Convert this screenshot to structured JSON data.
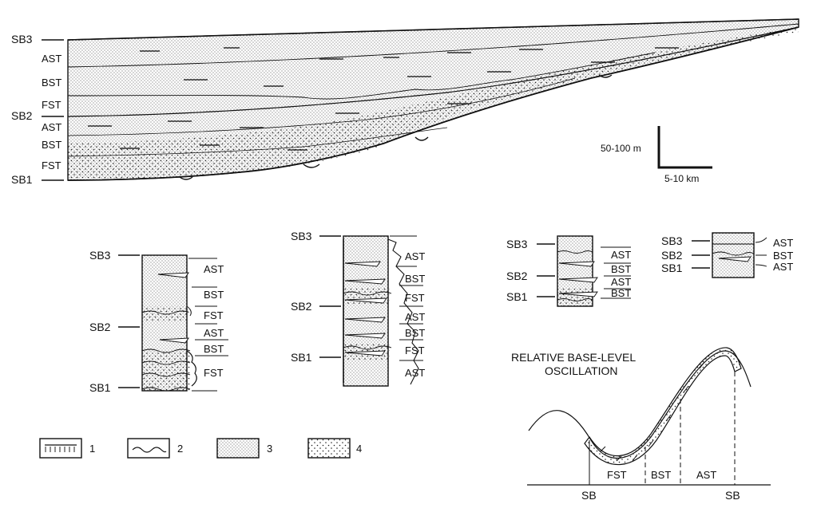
{
  "cross_section": {
    "left_labels": [
      "SB3",
      "AST",
      "BST",
      "FST",
      "SB2",
      "AST",
      "BST",
      "FST",
      "SB1"
    ],
    "scale_vertical": "50-100 m",
    "scale_horizontal": "5-10 km"
  },
  "columns": [
    {
      "sb_labels": [
        "SB3",
        "SB2",
        "SB1"
      ],
      "tracts": [
        "AST",
        "BST",
        "FST",
        "AST",
        "BST",
        "FST"
      ]
    },
    {
      "sb_labels": [
        "SB3",
        "SB2",
        "SB1"
      ],
      "tracts": [
        "AST",
        "BST",
        "FST",
        "AST",
        "BST",
        "FST",
        "AST"
      ]
    },
    {
      "sb_labels": [
        "SB3",
        "SB2",
        "SB1"
      ],
      "tracts": [
        "AST",
        "BST",
        "AST",
        "BST"
      ]
    },
    {
      "sb_labels": [
        "SB3",
        "SB2",
        "SB1"
      ],
      "tracts": [
        "AST",
        "BST",
        "AST"
      ]
    }
  ],
  "legend": [
    {
      "number": "1",
      "pattern": "tick-bar"
    },
    {
      "number": "2",
      "pattern": "wavy-line"
    },
    {
      "number": "3",
      "pattern": "fine-dots"
    },
    {
      "number": "4",
      "pattern": "coarse-dots"
    }
  ],
  "oscillation": {
    "title_line1": "RELATIVE BASE-LEVEL",
    "title_line2": "OSCILLATION",
    "segments": [
      "FST",
      "BST",
      "AST"
    ],
    "boundary_labels": [
      "SB",
      "SB"
    ]
  }
}
